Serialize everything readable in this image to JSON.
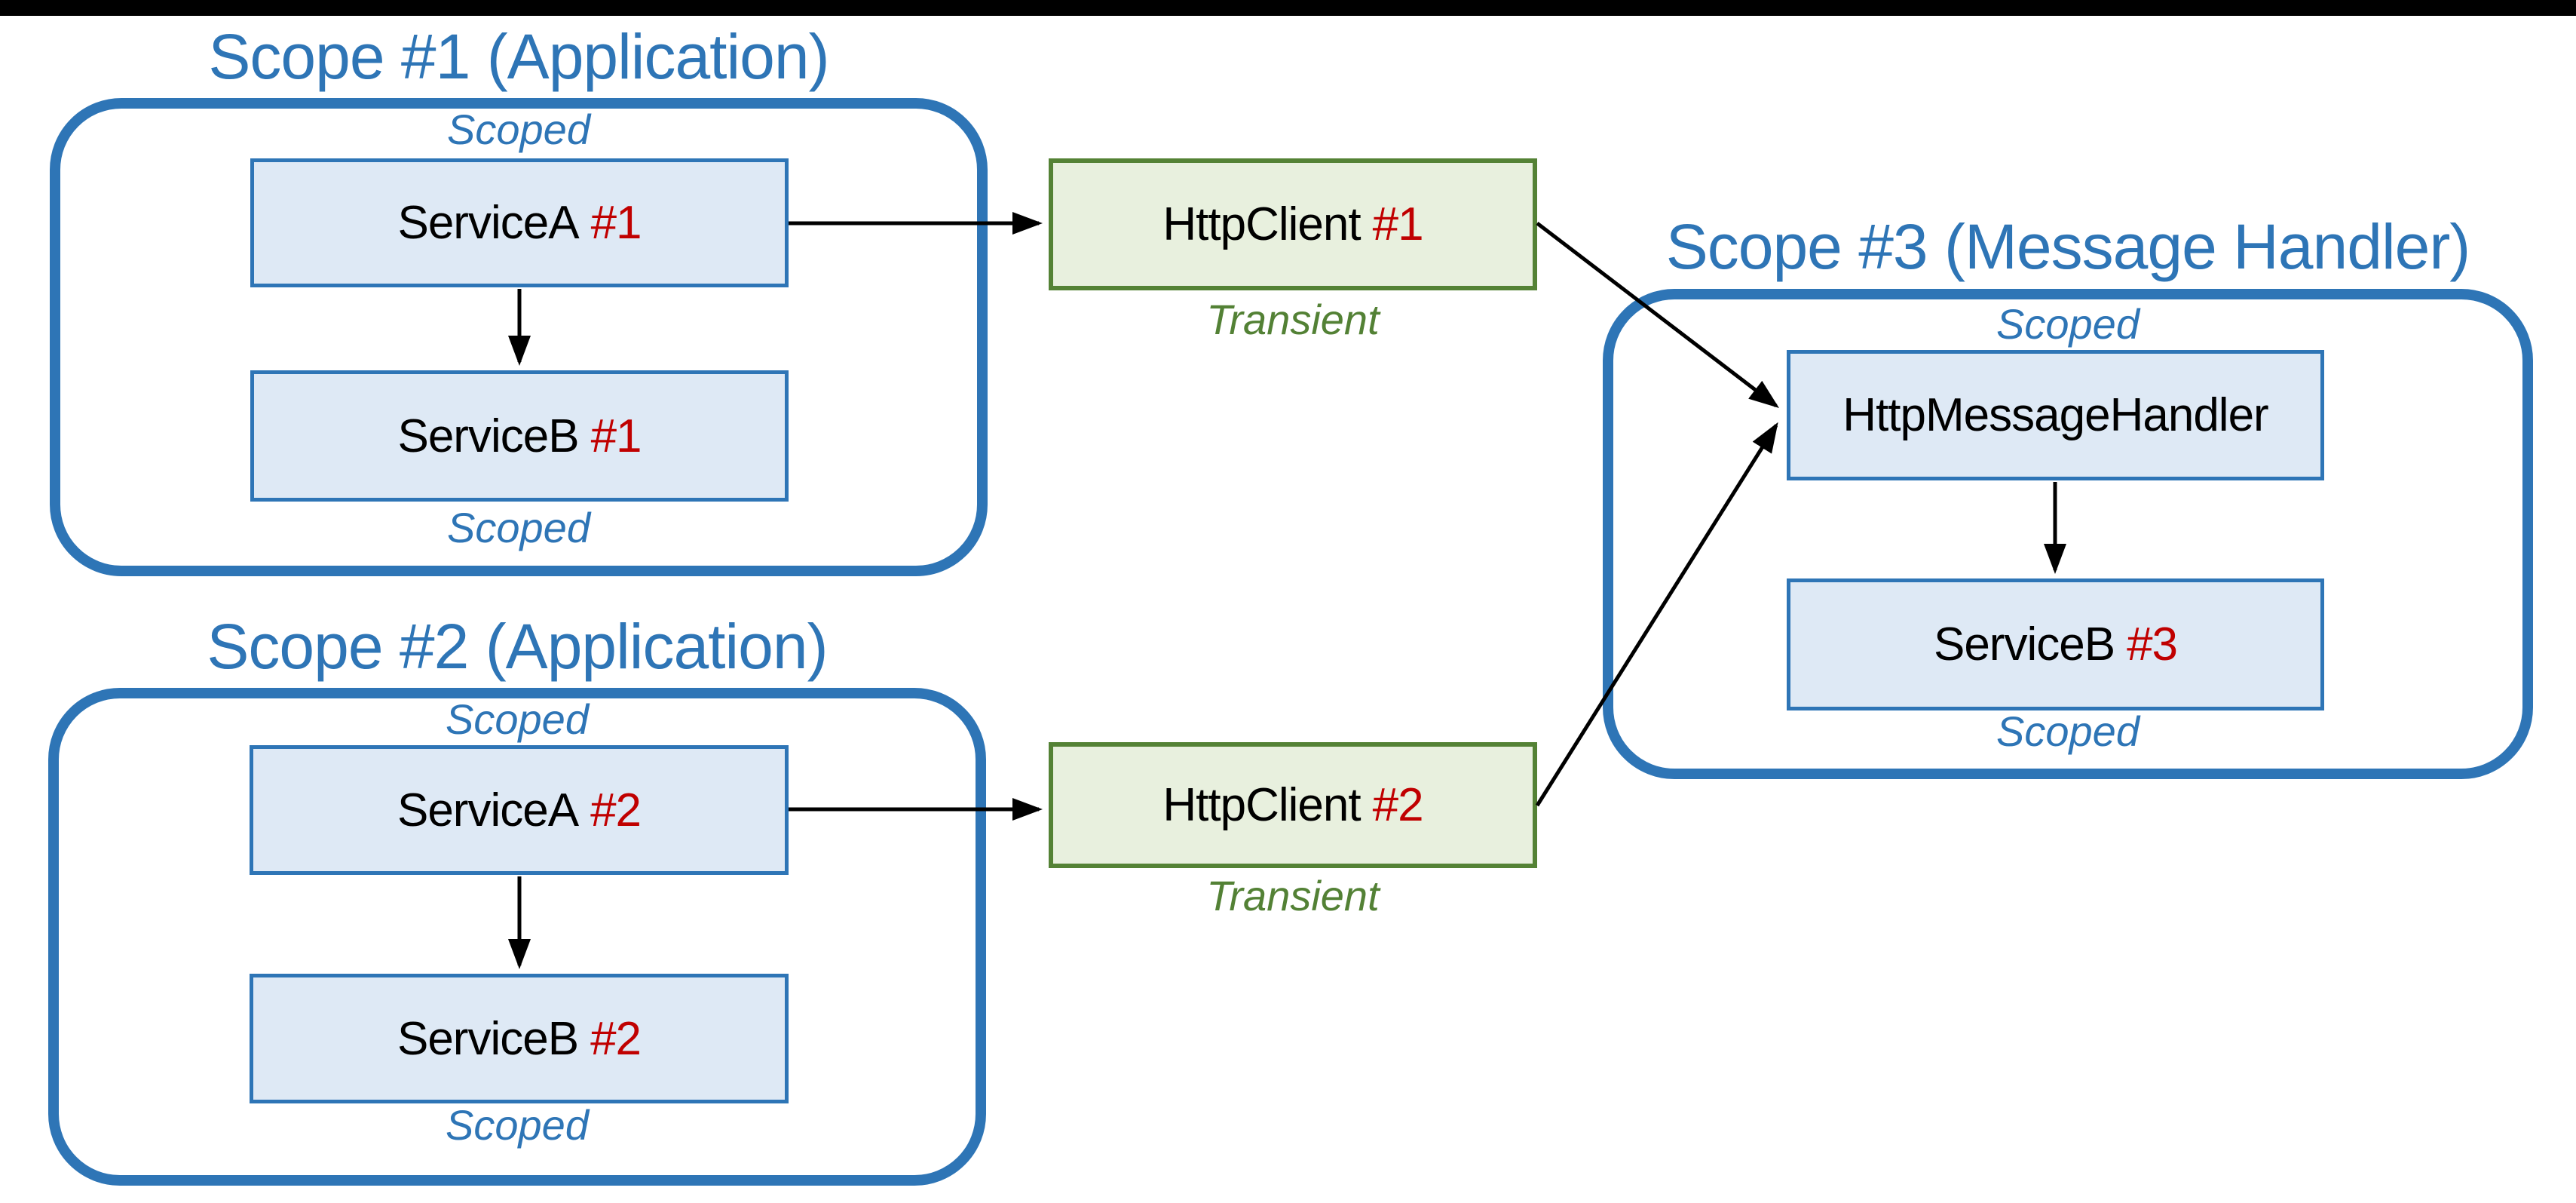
{
  "palette": {
    "background": "#ffffff",
    "letterbox": "#000000",
    "blue": "#2E75B6",
    "light_blue_fill": "#DEE9F5",
    "green": "#548235",
    "green_text": "#538135",
    "light_green_fill": "#E8F0DE",
    "red": "#C00000",
    "ink": "#000000"
  },
  "scope1": {
    "title": "Scope #1 (Application)",
    "top_label": "Scoped",
    "bottom_label": "Scoped",
    "service_a": {
      "label": "ServiceA",
      "number": "#1"
    },
    "service_b": {
      "label": "ServiceB",
      "number": "#1"
    }
  },
  "scope2": {
    "title": "Scope #2 (Application)",
    "top_label": "Scoped",
    "bottom_label": "Scoped",
    "service_a": {
      "label": "ServiceA",
      "number": "#2"
    },
    "service_b": {
      "label": "ServiceB",
      "number": "#2"
    }
  },
  "scope3": {
    "title": "Scope #3 (Message Handler)",
    "top_label": "Scoped",
    "bottom_label": "Scoped",
    "handler": {
      "label": "HttpMessageHandler",
      "number": ""
    },
    "service_b": {
      "label": "ServiceB",
      "number": "#3"
    }
  },
  "client1": {
    "label": "HttpClient",
    "number": "#1",
    "lifetime_label": "Transient"
  },
  "client2": {
    "label": "HttpClient",
    "number": "#2",
    "lifetime_label": "Transient"
  }
}
